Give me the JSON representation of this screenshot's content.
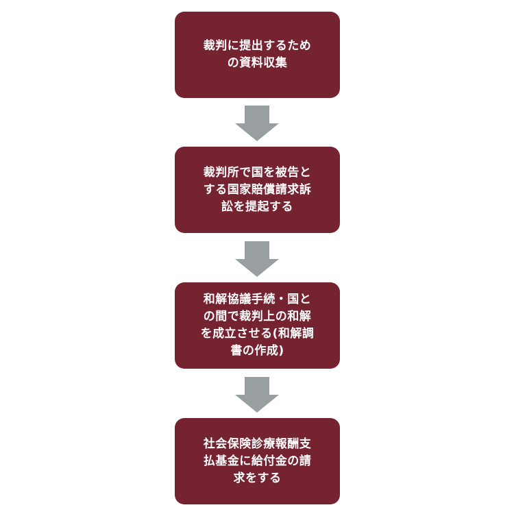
{
  "flow": {
    "steps": [
      {
        "text": "裁判に提出するため\nの資料収集"
      },
      {
        "text": "裁判所で国を被告と\nする国家賠償請求訴\n訟を提起する"
      },
      {
        "text": "和解協議手続・国と\nの間で裁判上の和解\nを成立させる(和解調\n書の作成)"
      },
      {
        "text": "社会保険診療報酬支\n払基金に給付金の請\n求をする"
      }
    ],
    "colors": {
      "box": "#762331",
      "text": "#ffffff",
      "arrow": "#999ea1"
    },
    "arrow_icon": "arrow-down-icon"
  }
}
